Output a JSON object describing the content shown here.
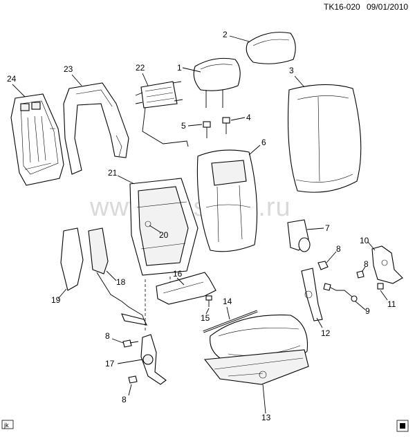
{
  "header": {
    "code": "TK16-020",
    "date": "09/01/2010"
  },
  "watermark": "www.gmsklad.ru",
  "corner_tag": "jk",
  "callouts": {
    "c1": "1",
    "c2": "2",
    "c3": "3",
    "c4": "4",
    "c5": "5",
    "c6": "6",
    "c7": "7",
    "c8a": "8",
    "c8b": "8",
    "c8c": "8",
    "c8d": "8",
    "c9": "9",
    "c10": "10",
    "c11": "11",
    "c12": "12",
    "c13": "13",
    "c14": "14",
    "c15": "15",
    "c16": "16",
    "c17": "17",
    "c18": "18",
    "c19": "19",
    "c20": "20",
    "c21": "21",
    "c22": "22",
    "c23": "23",
    "c24": "24"
  }
}
